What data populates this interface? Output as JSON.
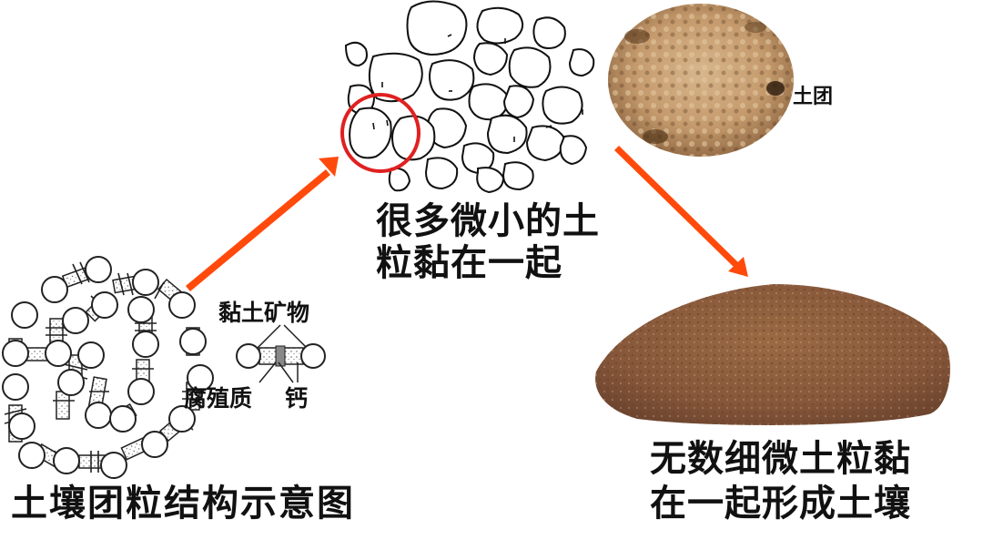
{
  "colors": {
    "arrow": "#ff4a0c",
    "highlight_circle": "#e02020",
    "outline": "#222222",
    "soil_light": "#c9a27a",
    "soil_dark": "#8a5a32",
    "text": "#111111"
  },
  "left_diagram": {
    "title": "土壤团粒结构示意图",
    "labels": {
      "clay_mineral": "黏土矿物",
      "humus": "腐殖质",
      "calcium": "钙"
    }
  },
  "middle_diagram": {
    "caption_line1": "很多微小的土",
    "caption_line2": "粒黏在一起"
  },
  "top_right": {
    "label": "土团"
  },
  "bottom_right": {
    "caption_line1": "无数细微土粒黏",
    "caption_line2": "在一起形成土壤"
  },
  "arrows": [
    {
      "from": "left_diagram",
      "to": "middle_diagram",
      "direction": "up-right"
    },
    {
      "from": "top_right",
      "to": "bottom_right",
      "direction": "down-right"
    }
  ]
}
